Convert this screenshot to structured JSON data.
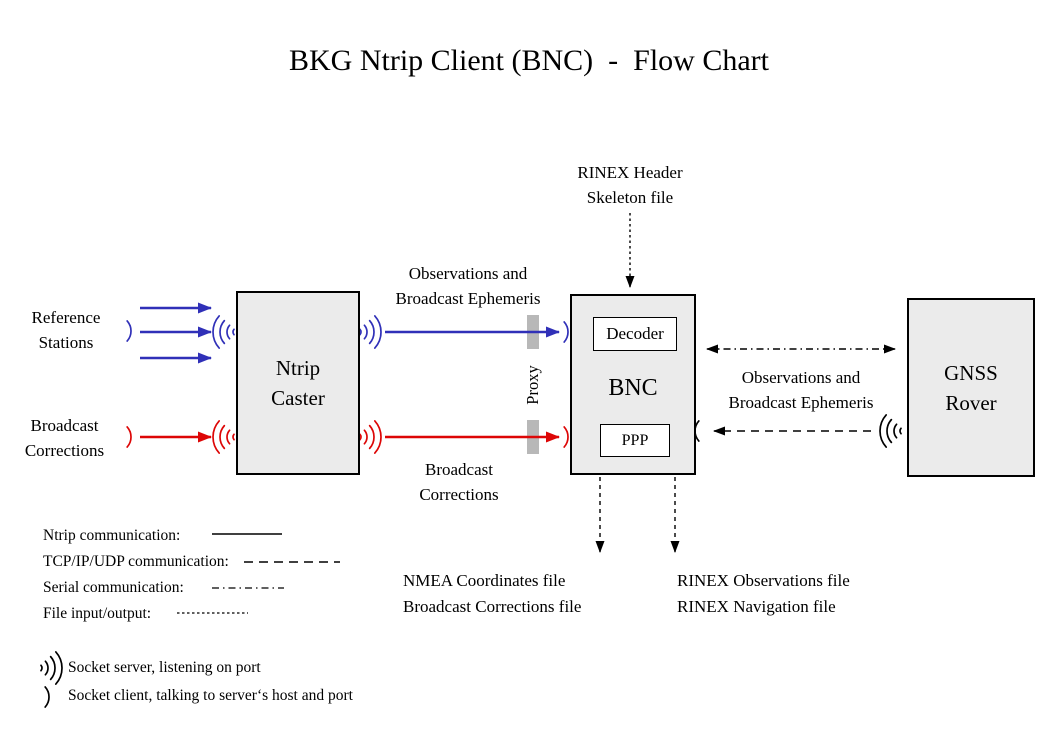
{
  "title": "BKG Ntrip Client (BNC)  -  Flow Chart",
  "colors": {
    "blue": "#3030b8",
    "red": "#dd0606",
    "box_fill": "#ebebeb",
    "box_border": "#000000",
    "proxy_bar": "#b8b8b8"
  },
  "nodes": {
    "ntrip_caster": {
      "lines": [
        "Ntrip",
        "Caster"
      ]
    },
    "bnc": {
      "label": "BNC",
      "decoder": "Decoder",
      "ppp": "PPP"
    },
    "gnss_rover": {
      "lines": [
        "GNSS",
        "Rover"
      ]
    }
  },
  "labels": {
    "reference_stations": {
      "lines": [
        "Reference",
        "Stations"
      ]
    },
    "broadcast_corrections_in": {
      "lines": [
        "Broadcast",
        "Corrections"
      ]
    },
    "obs_ephemeris_top": {
      "lines": [
        "Observations and",
        "Broadcast Ephemeris"
      ]
    },
    "broadcast_corrections_mid": {
      "lines": [
        "Broadcast",
        "Corrections"
      ]
    },
    "rinex_header": {
      "lines": [
        "RINEX Header",
        "Skeleton file"
      ]
    },
    "obs_ephemeris_right": {
      "lines": [
        "Observations and",
        "Broadcast Ephemeris"
      ]
    },
    "proxy": "Proxy",
    "nmea_output": {
      "lines": [
        "NMEA Coordinates file",
        "Broadcast Corrections file"
      ]
    },
    "rinex_output": {
      "lines": [
        "RINEX Observations file",
        "RINEX Navigation file"
      ]
    }
  },
  "legend": {
    "rows": [
      {
        "label": "Ntrip communication:",
        "style": "solid"
      },
      {
        "label": "TCP/IP/UDP communication:",
        "style": "dashed"
      },
      {
        "label": "Serial communication:",
        "style": "dash-dot"
      },
      {
        "label": "File input/output:",
        "style": "fine-dashed"
      }
    ],
    "sockets": [
      {
        "symbol": "socket-server",
        "label": "Socket server, listening on port"
      },
      {
        "symbol": "socket-client",
        "label": "Socket client, talking to server‘s host and port"
      }
    ]
  }
}
